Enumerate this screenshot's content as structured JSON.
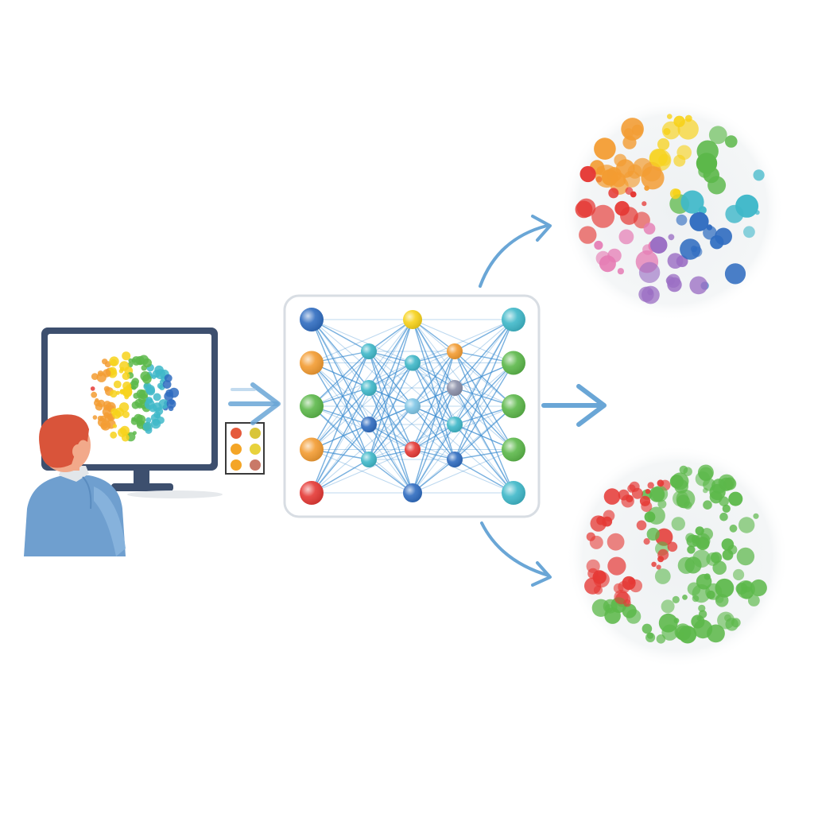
{
  "colors": {
    "background": "#ffffff",
    "monitor_frame": "#3d4f6e",
    "monitor_stand": "#3d4f6e",
    "person_hair": "#d9543a",
    "person_skin": "#f2a98a",
    "person_shirt": "#6f9fcf",
    "network_border": "#d8dde3",
    "network_edge": "#3f8fd1",
    "arrow": "#6aa6d6",
    "red": "#e53935",
    "orange": "#f39c32",
    "yellow": "#f7d21b",
    "green": "#5cb84a",
    "teal": "#3fb8c9",
    "blue": "#2f6cc0",
    "purple": "#9b6fc4",
    "pink": "#e57ab3",
    "cloud_bg": "#f3f5f6"
  },
  "diagram": {
    "input": {
      "screen_visual": "rainbow-dot-cluster",
      "legend_swatches": [
        "#e55a3c",
        "#d9c53a",
        "#f4a526",
        "#e8d23c",
        "#f4a526",
        "#c97968"
      ]
    },
    "network": {
      "layers": [
        [
          "#2f6cc0",
          "#f39c32",
          "#5cb84a",
          "#f39c32",
          "#e53935"
        ],
        [
          "#3fb8c9",
          "#3fb8c9",
          "#2f6cc0",
          "#3fb8c9"
        ],
        [
          "#f7d21b",
          "#3fb8c9",
          "#7fc6e6",
          "#e53935",
          "#2f6cc0"
        ],
        [
          "#f39c32",
          "#8a8fa8",
          "#3fb8c9",
          "#2f6cc0"
        ],
        [
          "#3fb8c9",
          "#5cb84a",
          "#5cb84a",
          "#5cb84a",
          "#3fb8c9"
        ]
      ]
    },
    "outputs": [
      {
        "name": "rainbow-cluster",
        "palette": [
          "#e53935",
          "#f39c32",
          "#f7d21b",
          "#5cb84a",
          "#3fb8c9",
          "#2f6cc0",
          "#9b6fc4",
          "#e57ab3"
        ]
      },
      {
        "name": "red-green-cluster",
        "palette": [
          "#e53935",
          "#5cb84a"
        ]
      }
    ]
  }
}
